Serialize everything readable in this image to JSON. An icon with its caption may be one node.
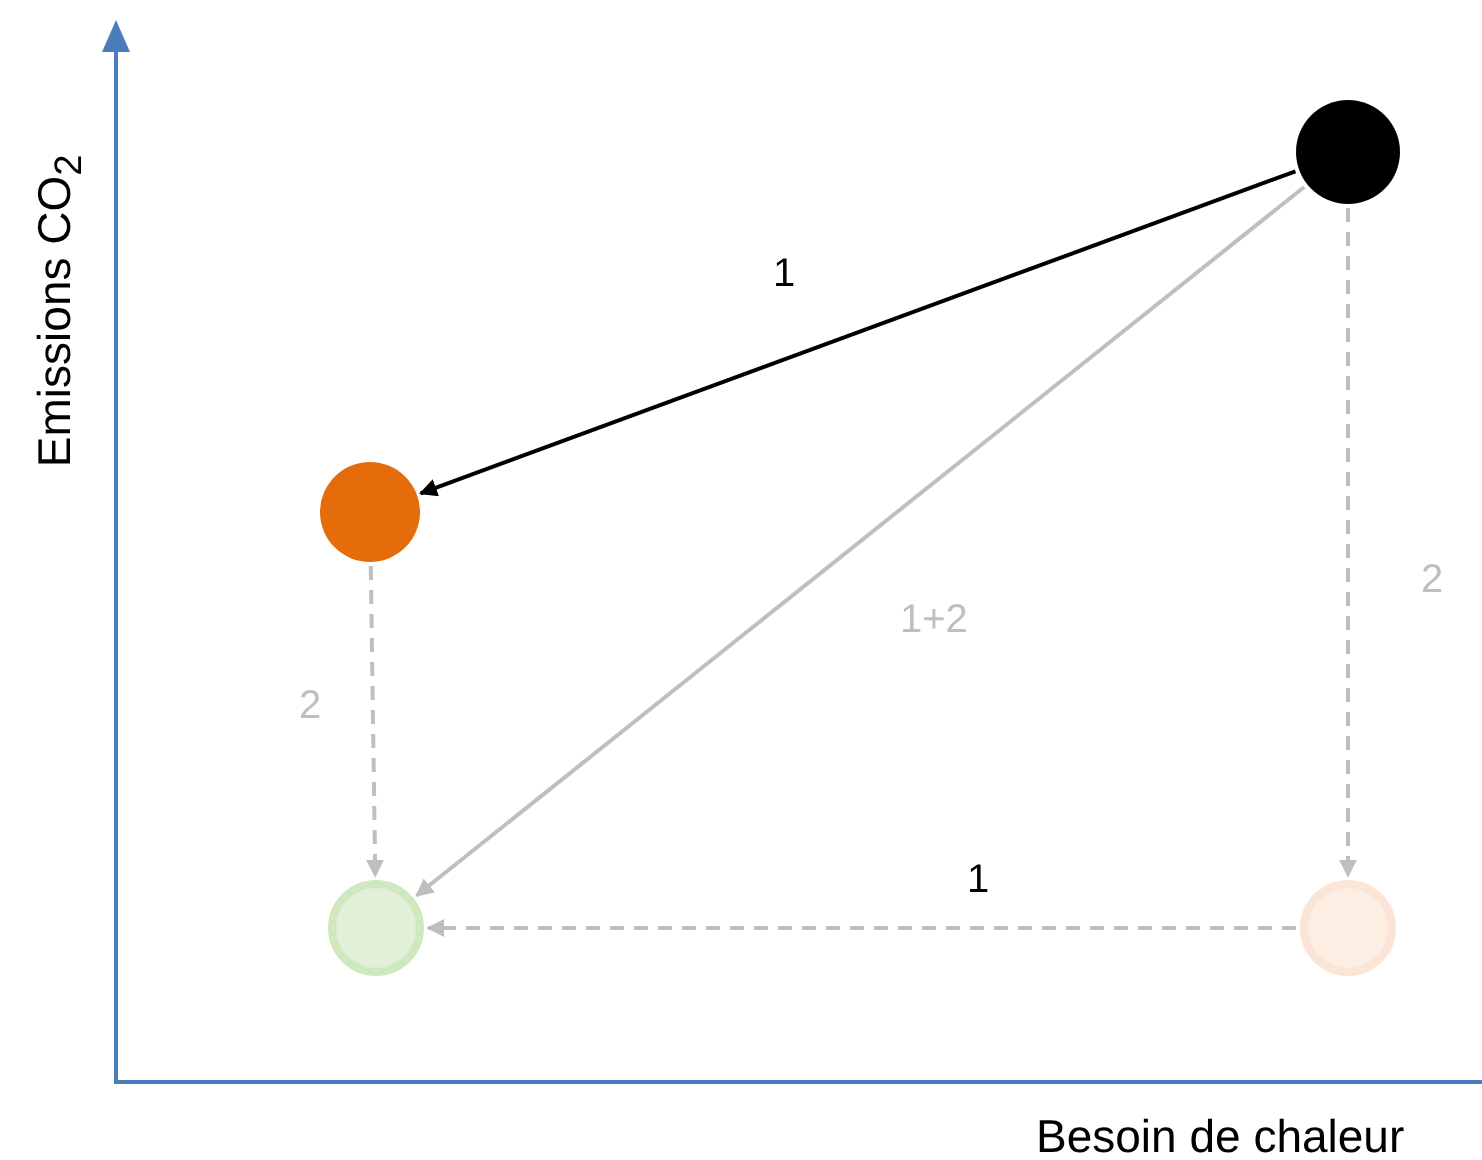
{
  "diagram": {
    "nodes": [
      {
        "text": [],
        "shape": "circle"
      },
      {
        "text": [],
        "shape": "circle"
      },
      {
        "text": [],
        "shape": "circle"
      },
      {
        "text": [],
        "shape": "circle"
      }
    ],
    "edges": [
      {
        "from": 0,
        "to": 1,
        "arrow": "to",
        "label": "1",
        "color": "#000000"
      },
      {
        "from": 0,
        "to": 2,
        "arrow": "to",
        "label": "1+2"
      },
      {
        "from": 0,
        "to": 3,
        "arrow": "to",
        "label": "2",
        "style": "dashed"
      },
      {
        "from": 1,
        "to": 2,
        "arrow": "to",
        "label": "2",
        "style": "dashed"
      },
      {
        "from": 3,
        "to": 2,
        "arrow": "to",
        "label": "1",
        "style": "dashed"
      }
    ],
    "labels": [
      "Emissions CO$_{2}$",
      "Besoin de chaleur"
    ]
  }
}
